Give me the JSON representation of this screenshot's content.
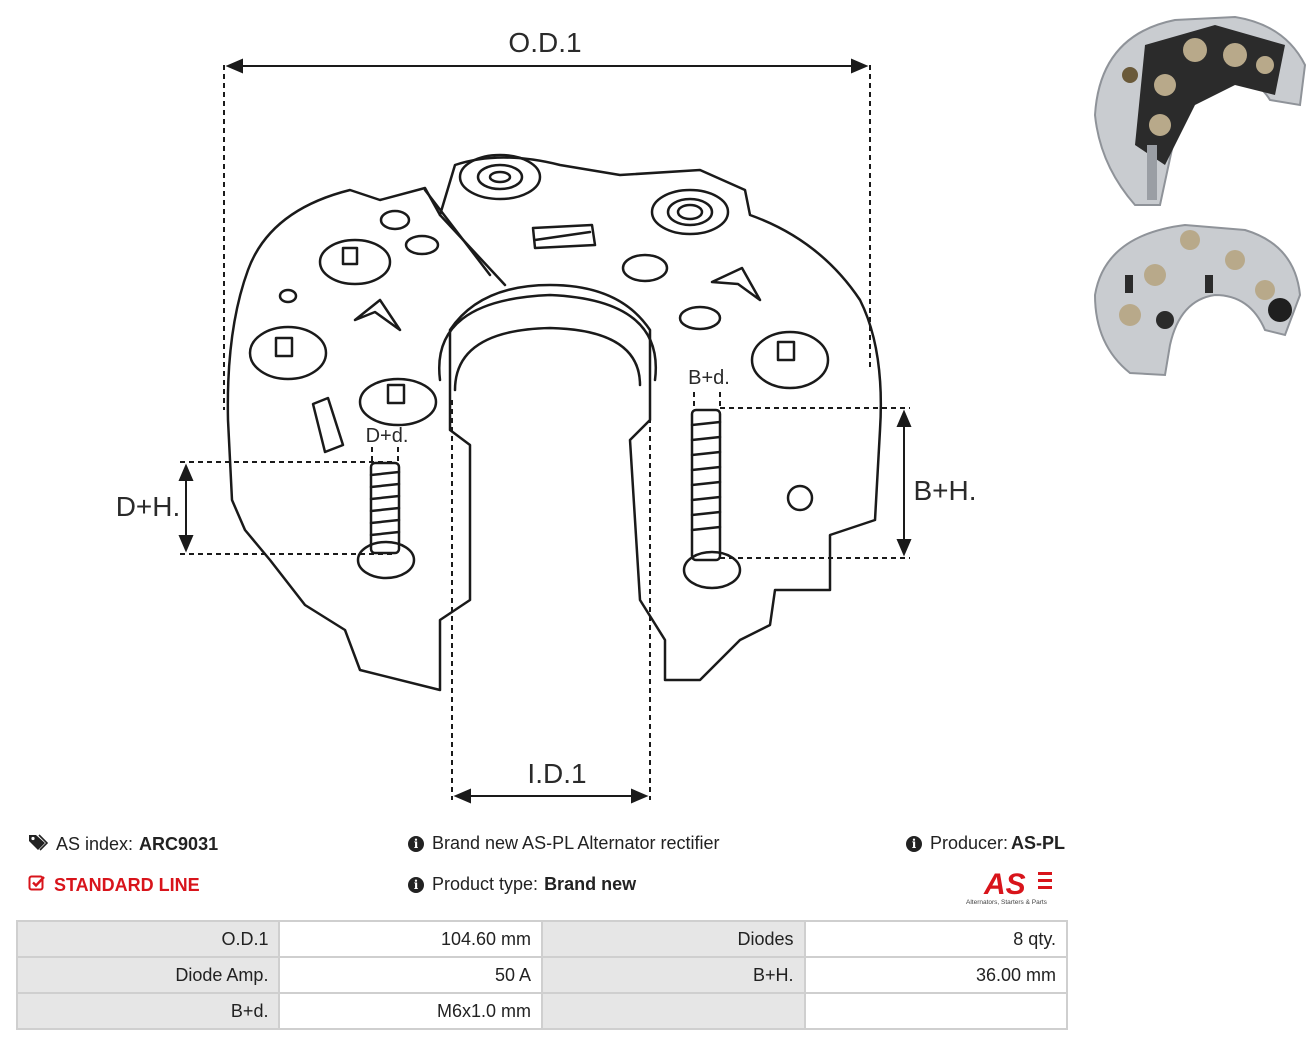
{
  "drawing": {
    "labels": {
      "od": "O.D.1",
      "id": "I.D.1",
      "dh": "D+H.",
      "bh": "B+H.",
      "dd": "D+d.",
      "bd": "B+d."
    }
  },
  "info": {
    "as_index_label": "AS index:",
    "as_index_value": "ARC9031",
    "standard_line": "STANDARD LINE",
    "description": "Brand new AS-PL Alternator rectifier",
    "product_type_label": "Product type:",
    "product_type_value": "Brand new",
    "producer_label": "Producer:",
    "producer_value": "AS-PL"
  },
  "logo": {
    "mark": "AS",
    "tagline": "Alternators, Starters & Parts",
    "color": "#d8141b"
  },
  "specs": [
    [
      "O.D.1",
      "104.60 mm",
      "Diodes",
      "8 qty."
    ],
    [
      "Diode Amp.",
      "50 A",
      "B+H.",
      "36.00 mm"
    ],
    [
      "B+d.",
      "M6x1.0 mm",
      "",
      ""
    ]
  ]
}
